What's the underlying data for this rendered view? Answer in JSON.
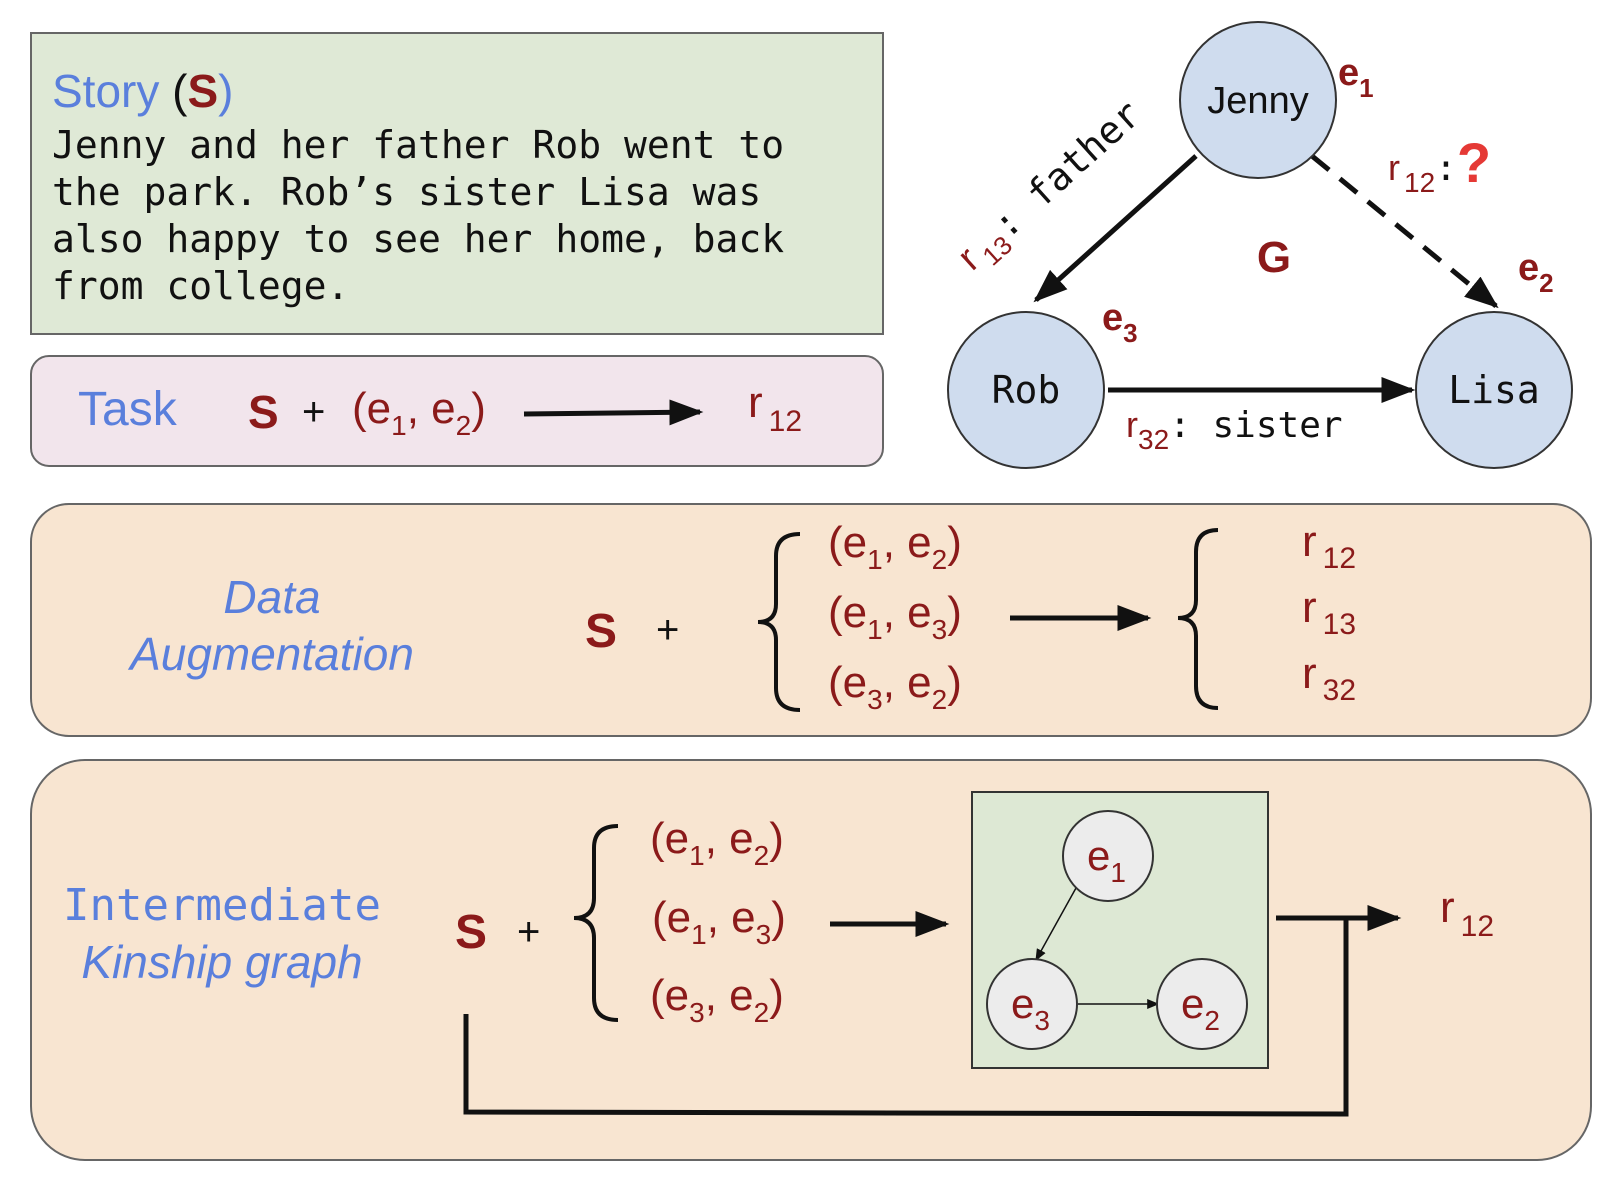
{
  "story": {
    "heading": "Story",
    "symbol": "S",
    "lines": [
      "Jenny and her father Rob went to",
      "the park. Rob’s sister Lisa was",
      "also happy to see her home, back",
      "from college."
    ]
  },
  "task": {
    "label": "Task",
    "symbol": "S",
    "plus": "+",
    "pair": [
      "e",
      "1",
      "e",
      "2"
    ],
    "output": [
      "r",
      "12"
    ]
  },
  "graph": {
    "label": "G",
    "nodes": {
      "jenny": {
        "name": "Jenny",
        "tag": "e",
        "sub": "1"
      },
      "rob": {
        "name": "Rob",
        "tag": "e",
        "sub": "3"
      },
      "lisa": {
        "name": "Lisa",
        "tag": "e",
        "sub": "2"
      }
    },
    "edges": {
      "father": {
        "r": "r",
        "sub": "13",
        "rel": ": father"
      },
      "sister": {
        "r": "r",
        "sub": "32",
        "rel": ": sister"
      },
      "query": {
        "r": "r",
        "sub": "12",
        "rel": ":",
        "mark": "?"
      }
    }
  },
  "augmentation": {
    "label_line1": "Data",
    "label_line2": "Augmentation",
    "symbol": "S",
    "plus": "+",
    "pairs": [
      [
        "e",
        "1",
        "e",
        "2"
      ],
      [
        "e",
        "1",
        "e",
        "3"
      ],
      [
        "e",
        "3",
        "e",
        "2"
      ]
    ],
    "outputs": [
      [
        "r",
        "12"
      ],
      [
        "r",
        "13"
      ],
      [
        "r",
        "32"
      ]
    ]
  },
  "kinship": {
    "label_line1": "Intermediate",
    "label_line2": "Kinship graph",
    "symbol": "S",
    "plus": "+",
    "pairs": [
      [
        "e",
        "1",
        "e",
        "2"
      ],
      [
        "e",
        "1",
        "e",
        "3"
      ],
      [
        "e",
        "3",
        "e",
        "2"
      ]
    ],
    "graph_nodes": [
      [
        "e",
        "1"
      ],
      [
        "e",
        "3"
      ],
      [
        "e",
        "2"
      ]
    ],
    "output": [
      "r",
      "12"
    ]
  },
  "colors": {
    "story_bg": "#dfe9d6",
    "task_bg": "#f2e5ec",
    "panel_bg": "#f8e5d1",
    "node_fill": "#cfdcee",
    "mini_node_fill": "#ececec",
    "mini_graph_bg": "#dde8d4",
    "label_blue": "#5a7fdc",
    "dark_red": "#8b1a1a",
    "question_red": "#e53935"
  }
}
